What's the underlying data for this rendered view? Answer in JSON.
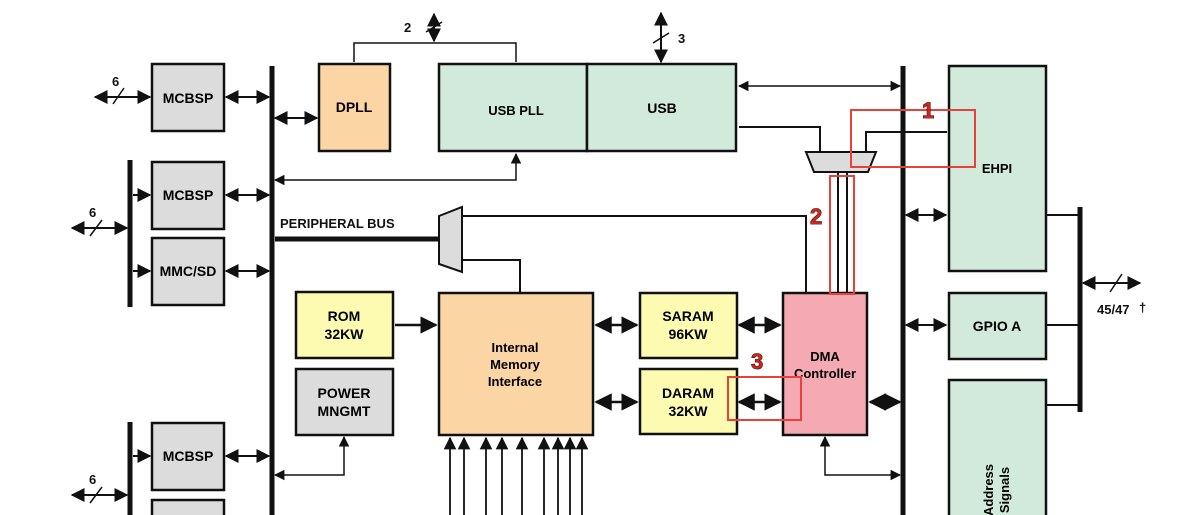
{
  "colors": {
    "gray": "#dcdcdc",
    "orange": "#fcd5a5",
    "green": "#d2eadb",
    "yellow": "#fdfbb1",
    "pink": "#f4a9b3",
    "line": "#111111",
    "highlight": "#e8413a"
  },
  "blocks": {
    "mcbsp_1": "MCBSP",
    "mcbsp_2": "MCBSP",
    "mmc_sd": "MMC/SD",
    "mcbsp_3": "MCBSP",
    "dpll": "DPLL",
    "usb_pll": "USB PLL",
    "usb": "USB",
    "ehpi": "EHPI",
    "gpio_a": "GPIO A",
    "address_signals": [
      "Address",
      "Signals"
    ],
    "rom": [
      "ROM",
      "32KW"
    ],
    "power": [
      "POWER",
      "MNGMT"
    ],
    "internal_memory": [
      "Internal",
      "Memory",
      "Interface"
    ],
    "saram": [
      "SARAM",
      "96KW"
    ],
    "daram": [
      "DARAM",
      "32KW"
    ],
    "dma": [
      "DMA",
      "Controller"
    ]
  },
  "labels": {
    "peripheral_bus": "PERIPHERAL BUS",
    "bus_width_2": "2",
    "bus_width_3": "3",
    "bus_width_6_a": "6",
    "bus_width_6_b": "6",
    "bus_width_6_c": "6",
    "bus_width_45_47": "45/47",
    "dagger": "†"
  },
  "annotations": [
    "1",
    "2",
    "3"
  ]
}
